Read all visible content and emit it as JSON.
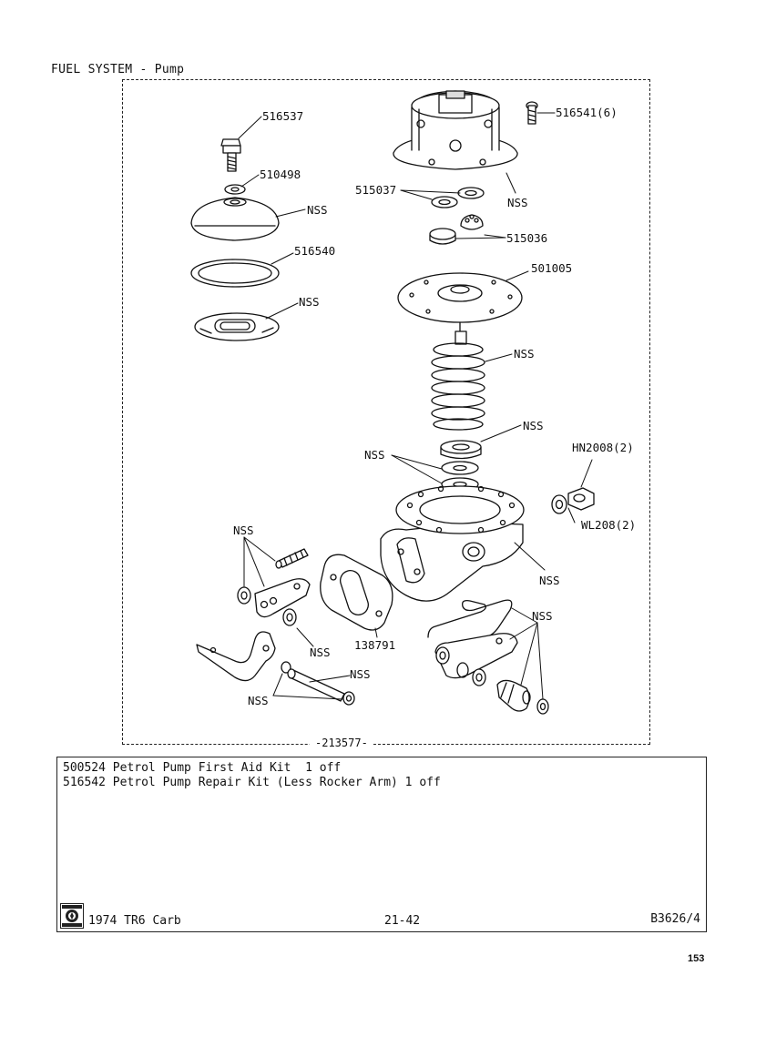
{
  "page_title": "FUEL SYSTEM - Pump",
  "assembly_number": "-213577-",
  "labels": {
    "p516537": "516537",
    "p510498": "510498",
    "nss_cover": "NSS",
    "p516540": "516540",
    "nss_gasket": "NSS",
    "p516541": "516541(6)",
    "p515037": "515037",
    "nss_body": "NSS",
    "p515036": "515036",
    "p501005": "501005",
    "nss_spring": "NSS",
    "nss_seal": "NSS",
    "nss_washers": "NSS",
    "hn2008": "HN2008(2)",
    "wl208": "WL208(2)",
    "nss_lower_body": "NSS",
    "nss_link": "NSS",
    "nss_link_bottom": "NSS",
    "p138791": "138791",
    "nss_rocker_parts": "NSS",
    "nss_pin_right": "NSS",
    "nss_pin_left": "NSS"
  },
  "kits": [
    "500524 Petrol Pump First Aid Kit  1 off",
    "516542 Petrol Pump Repair Kit (Less Rocker Arm) 1 off"
  ],
  "footer": {
    "model": "1974 TR6 Carb",
    "page_ref": "21-42",
    "doc_code": "B3626/4"
  },
  "page_number": "153"
}
